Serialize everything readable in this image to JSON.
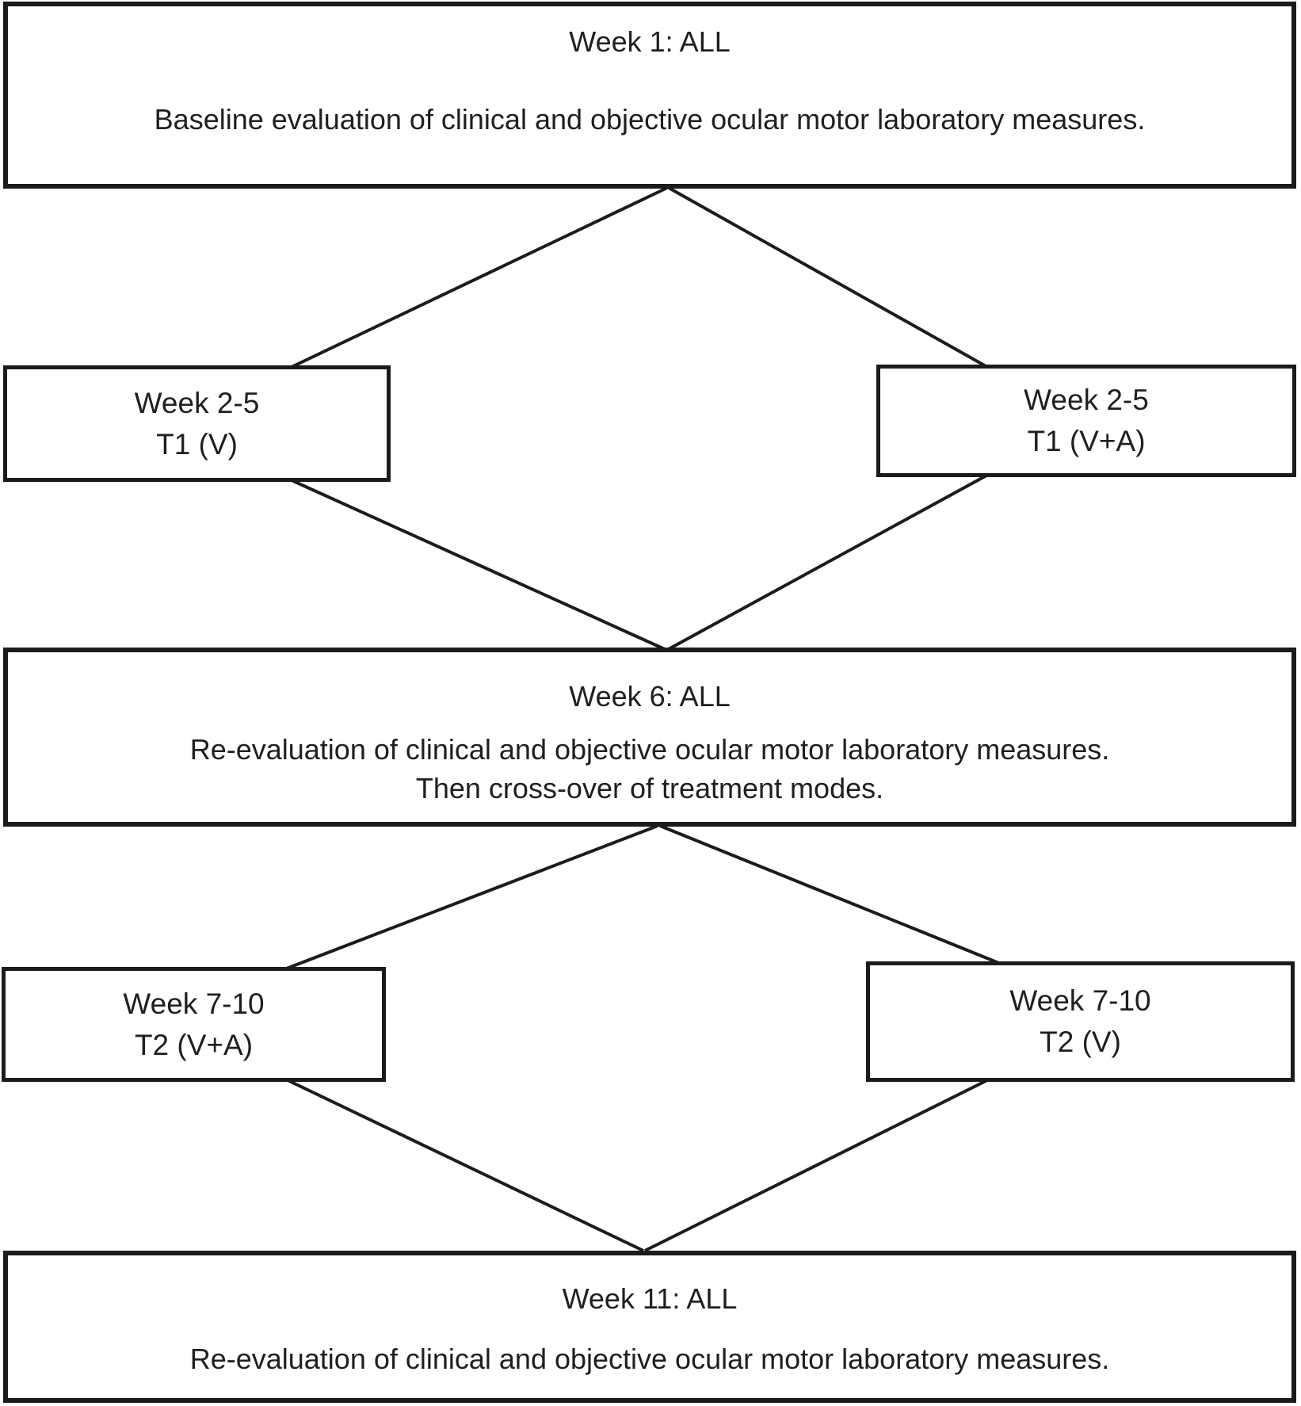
{
  "diagram": {
    "type": "flowchart",
    "description": "Cross-over treatment study timeline flowchart",
    "colors": {
      "background": "#ffffff",
      "box_border": "#1b1b1b",
      "connector_line": "#1c1c1c",
      "text": "#1f1f1f"
    },
    "boxes": {
      "week1": {
        "title": "Week 1: ALL",
        "body": [
          "Baseline evaluation of clinical and objective ocular motor laboratory measures."
        ]
      },
      "t1_v": {
        "title": "Week 2-5",
        "body": [
          "T1 (V)"
        ]
      },
      "t1_va": {
        "title": "Week 2-5",
        "body": [
          "T1 (V+A)"
        ]
      },
      "week6": {
        "title": "Week 6: ALL",
        "body": [
          "Re-evaluation of clinical and objective ocular motor laboratory measures.",
          "Then cross-over of treatment modes."
        ]
      },
      "t2_va": {
        "title": "Week 7-10",
        "body": [
          "T2 (V+A)"
        ]
      },
      "t2_v": {
        "title": "Week 7-10",
        "body": [
          "T2 (V)"
        ]
      },
      "week11": {
        "title": "Week 11: ALL",
        "body": [
          "Re-evaluation of clinical and objective ocular motor laboratory measures."
        ]
      }
    },
    "connections": [
      "week1 -> t1_v",
      "week1 -> t1_va",
      "t1_v -> week6",
      "t1_va -> week6",
      "week6 -> t2_va",
      "week6 -> t2_v",
      "t2_va -> week11",
      "t2_v -> week11"
    ]
  }
}
